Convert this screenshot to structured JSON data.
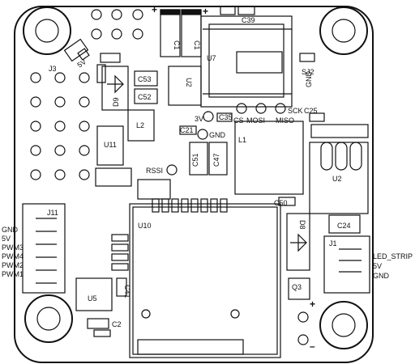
{
  "colors": {
    "ink": "#111111",
    "paper": "#ffffff",
    "gray": "#cfcfcf"
  },
  "board": {
    "labels": {
      "c1a": "C1",
      "c1b": "C1",
      "c39": "C39",
      "u7": "U7",
      "sj2": "SJ2",
      "gnd_top_right": "GND",
      "j3": "J3",
      "u6": "5V",
      "d9": "D9",
      "c53": "C53",
      "c52": "C52",
      "u2_small": "U2",
      "sck": "SCK",
      "c25": "C25",
      "cs": "CS",
      "mosi": "MOSI",
      "miso": "MISO",
      "c35": "C35",
      "three_v": "3V",
      "c21": "C21",
      "gnd_mid": "GND",
      "l2": "L2",
      "l1": "L1",
      "u11": "U11",
      "c51": "C51",
      "c47": "C47",
      "rssi": "RSSI",
      "u2": "U2",
      "c50": "C50",
      "j11": "J11",
      "u10": "U10",
      "d8": "D8",
      "c24": "C24",
      "j1": "J1",
      "q3": "Q3",
      "u5": "U5",
      "c41": "C41",
      "c2": "C2",
      "plus_top_left": "+",
      "plus_top_right": "+",
      "plus_bottom": "+",
      "minus_bottom": "–"
    },
    "left_pins": [
      "GND",
      "5V",
      "PWM3",
      "PWM4",
      "PWM2",
      "PWM1"
    ],
    "right_pins": [
      "LED_STRIP",
      "5V",
      "GND"
    ]
  }
}
